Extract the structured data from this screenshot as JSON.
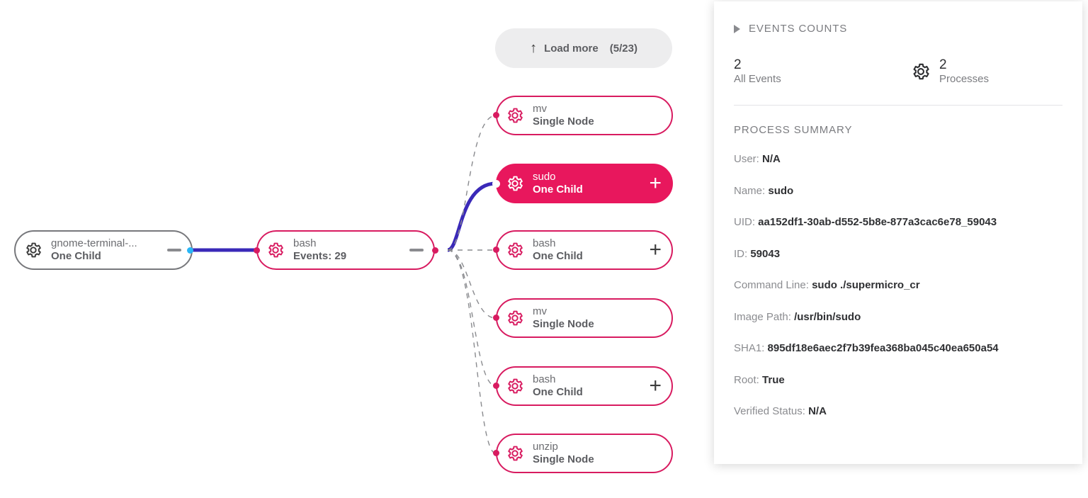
{
  "graph": {
    "load_more": {
      "icon": "arrow-up-icon",
      "label": "Load more",
      "count": "(5/23)"
    },
    "root_node": {
      "title": "gnome-terminal-...",
      "subtitle": "One Child",
      "icon": "gear-icon",
      "control": "minus"
    },
    "parent_node": {
      "title": "bash",
      "subtitle": "Events: 29",
      "icon": "gear-icon",
      "control": "minus"
    },
    "children": [
      {
        "title": "mv",
        "subtitle": "Single Node",
        "icon": "gear-icon",
        "control": "none",
        "selected": false
      },
      {
        "title": "sudo",
        "subtitle": "One Child",
        "icon": "gear-icon",
        "control": "plus",
        "selected": true
      },
      {
        "title": "bash",
        "subtitle": "One Child",
        "icon": "gear-icon",
        "control": "plus",
        "selected": false
      },
      {
        "title": "mv",
        "subtitle": "Single Node",
        "icon": "gear-icon",
        "control": "none",
        "selected": false
      },
      {
        "title": "bash",
        "subtitle": "One Child",
        "icon": "gear-icon",
        "control": "plus",
        "selected": false
      },
      {
        "title": "unzip",
        "subtitle": "Single Node",
        "icon": "gear-icon",
        "control": "none",
        "selected": false
      }
    ]
  },
  "panel": {
    "events_counts_header": "EVENTS COUNTS",
    "counts": [
      {
        "value": "2",
        "label": "All Events",
        "icon": "none"
      },
      {
        "value": "2",
        "label": "Processes",
        "icon": "gear-icon"
      }
    ],
    "summary_header": "PROCESS SUMMARY",
    "fields": [
      {
        "label": "User:",
        "value": "N/A"
      },
      {
        "label": "Name:",
        "value": "sudo"
      },
      {
        "label": "UID:",
        "value": "aa152df1-30ab-d552-5b8e-877a3cac6e78_59043"
      },
      {
        "label": "ID:",
        "value": "59043"
      },
      {
        "label": "Command Line:",
        "value": "sudo ./supermicro_cr"
      },
      {
        "label": "Image Path:",
        "value": "/usr/bin/sudo"
      },
      {
        "label": "SHA1:",
        "value": "895df18e6aec2f7b39fea368ba045c40ea650a54"
      },
      {
        "label": "Root:",
        "value": "True"
      },
      {
        "label": "Verified Status:",
        "value": "N/A"
      }
    ]
  },
  "colors": {
    "accent": "#E8175D",
    "node_border": "#D81B60",
    "active_edge": "#3A29B8",
    "inactive_edge": "#8a8b8f",
    "cyan_dot": "#29B6F6",
    "pill_bg": "#EDEDEE"
  }
}
